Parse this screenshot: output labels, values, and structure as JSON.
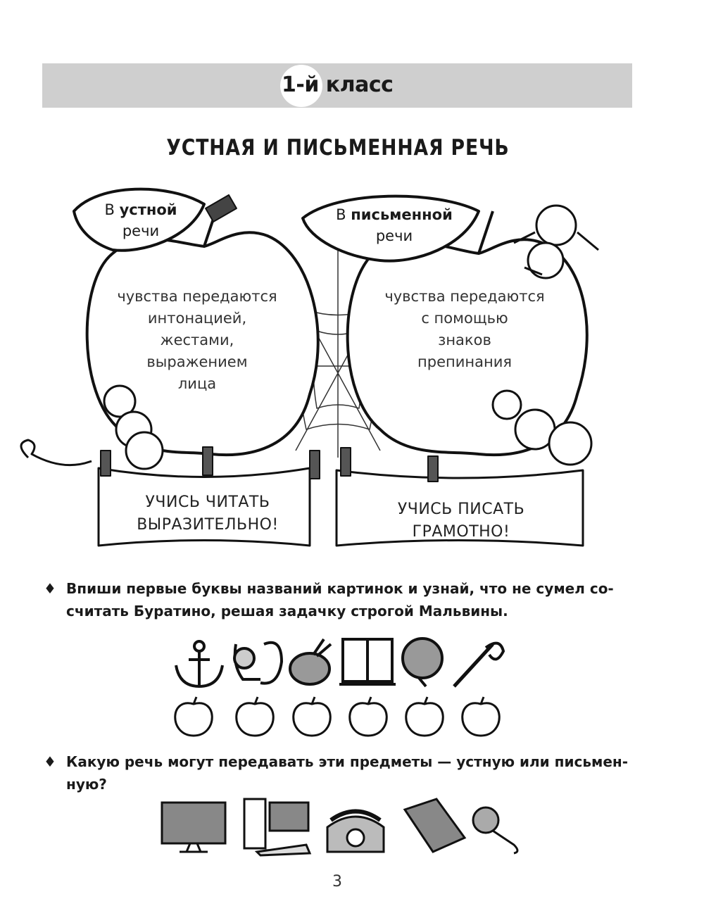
{
  "header": {
    "grade": "1-й класс"
  },
  "title": "УСТНАЯ И ПИСЬМЕННАЯ РЕЧЬ",
  "left_apple": {
    "leaf_prefix": "В",
    "leaf_bold": "устной",
    "leaf_suffix": "речи",
    "body": [
      "чувства передаются",
      "интонацией,",
      "жестами,",
      "выражением",
      "лица"
    ],
    "banner": [
      "УЧИСЬ ЧИТАТЬ",
      "ВЫРАЗИТЕЛЬНО!"
    ]
  },
  "right_apple": {
    "leaf_prefix": "В",
    "leaf_bold": "письменной",
    "leaf_suffix": "речи",
    "body": [
      "чувства передаются",
      "с помощью",
      "знаков",
      "препинания"
    ],
    "banner": [
      "УЧИСЬ ПИСАТЬ",
      "ГРАМОТНО!"
    ]
  },
  "tasks": [
    {
      "bullet": "♦",
      "text": "Впиши первые буквы названий картинок и узнай, что не сумел со-считать Буратино, решая задачку строгой Мальвины."
    },
    {
      "bullet": "♦",
      "text": "Какую речь могут передавать эти предметы — устную или письмен-ную?"
    }
  ],
  "task1_pictures": [
    "anchor-icon",
    "squirrel-icon",
    "onion-icon",
    "window-icon",
    "chestnut-icon",
    "needle-icon"
  ],
  "task2_pictures": [
    "monitor-icon",
    "computer-icon",
    "telephone-icon",
    "book-icon",
    "microphone-icon"
  ],
  "page_number": "3"
}
